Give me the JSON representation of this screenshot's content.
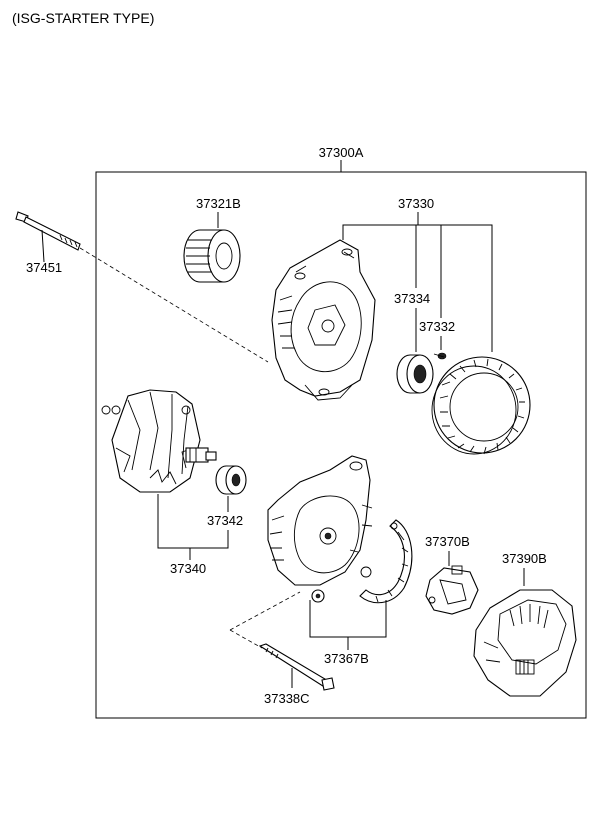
{
  "heading": "(ISG-STARTER TYPE)",
  "labels": {
    "assembly": "37300A",
    "pulley": "37321B",
    "bolt": "37451",
    "front_bracket": "37330",
    "bearing_front": "37334",
    "screw": "37332",
    "rotor": "37340",
    "bearing_rear": "37342",
    "regulator": "37370B",
    "rear_cover": "37390B",
    "rectifier": "37367B",
    "through_bolt": "37338C"
  }
}
